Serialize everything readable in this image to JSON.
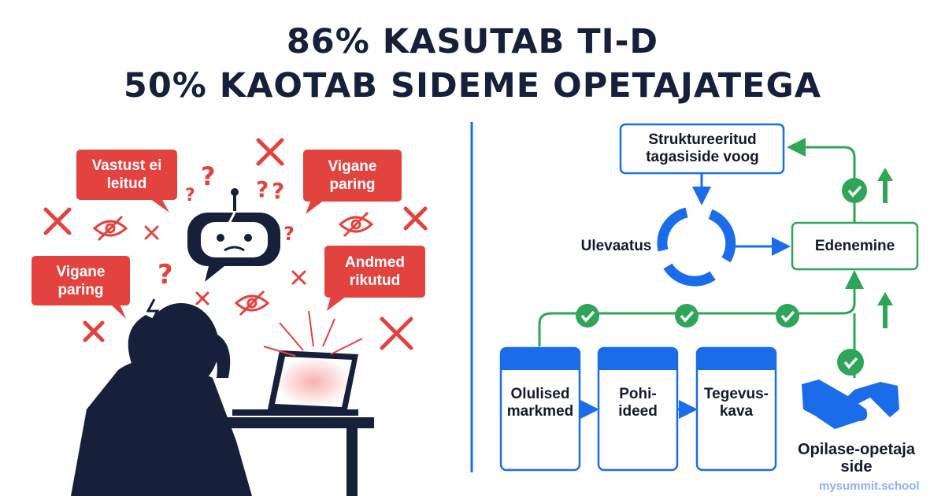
{
  "header": {
    "line1": "86% KASUTAB TI-D",
    "line2": "50% KAOTAB SIDEME OPETAJATEGA"
  },
  "left_panel": {
    "bubbles": [
      {
        "text": "Vastust ei leitud"
      },
      {
        "text": "Vigane paring"
      },
      {
        "text": "Vigane paring"
      },
      {
        "text": "Andmed rikutud"
      }
    ],
    "icons": [
      "robot-broken-icon",
      "question-mark-icon",
      "x-mark-icon",
      "eye-slash-icon",
      "frustrated-person-icon",
      "laptop-icon"
    ]
  },
  "right_panel": {
    "feedback_box": "Struktureeritud tagasiside voog",
    "cycle_label": "Ulevaatus",
    "progress_box": "Edenemine",
    "columns": [
      {
        "label": "Olulised markmed"
      },
      {
        "label": "Pohi-ideed"
      },
      {
        "label": "Tegevus-kava"
      }
    ],
    "relationship_label": "Opilase-opetaja side",
    "icons": [
      "cycle-arrows-icon",
      "check-icon",
      "up-arrow-icon",
      "handshake-icon"
    ]
  },
  "watermark": "mysummit.school",
  "colors": {
    "title": "#17203a",
    "red": "#e2433f",
    "blue": "#1a6ce8",
    "green": "#2fa55a"
  }
}
